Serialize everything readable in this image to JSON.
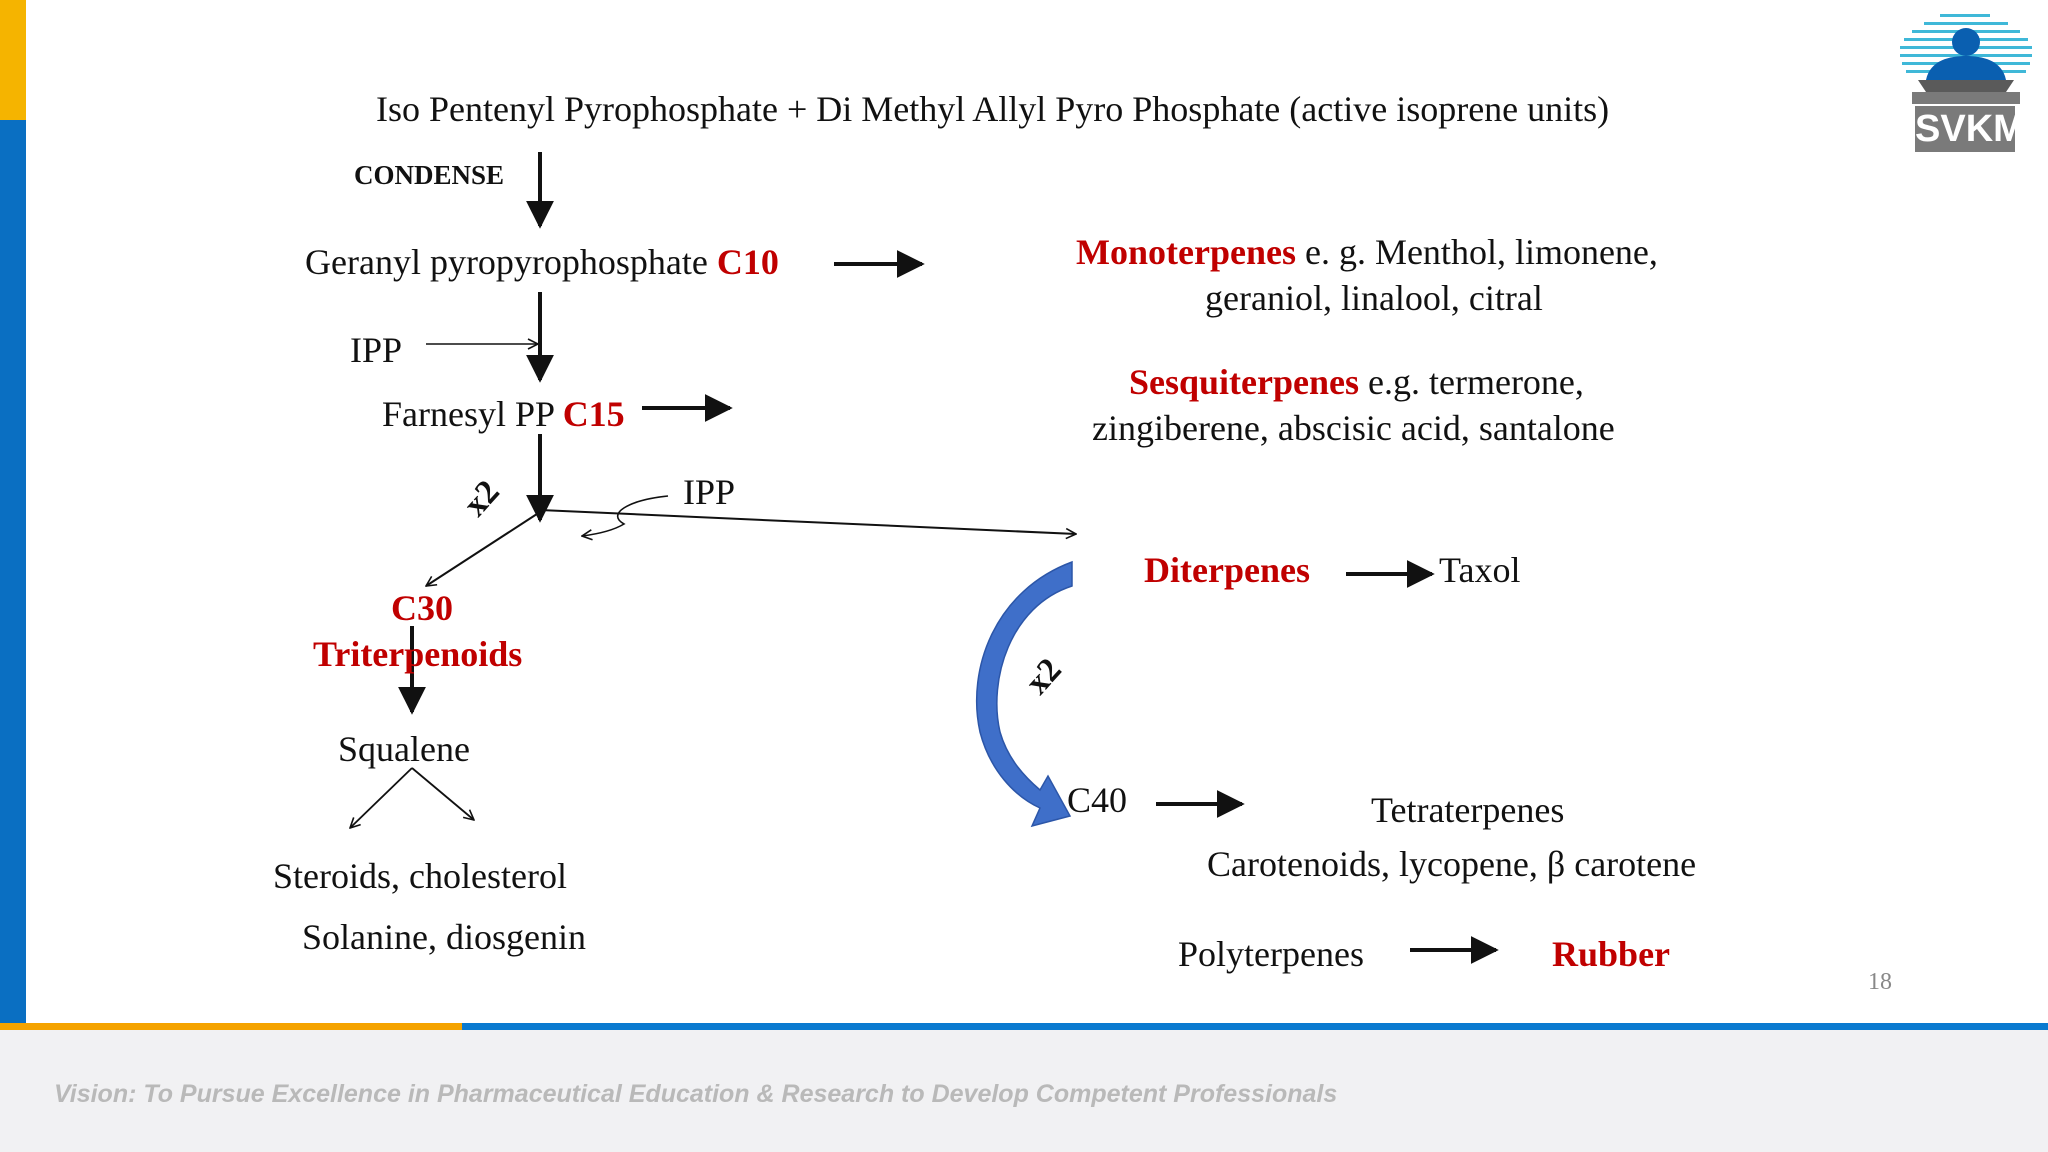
{
  "slide": {
    "header": {
      "precursors": "Iso Pentenyl Pyrophosphate  + Di Methyl Allyl Pyro Phosphate (active isoprene units)",
      "condense_label": "CONDENSE"
    },
    "left_chain": {
      "geranyl": "Geranyl pyropyrophosphate ",
      "geranyl_carbon": "C10",
      "ipp_1": "IPP",
      "farnesyl": "Farnesyl PP ",
      "farnesyl_carbon": "C15",
      "ipp_2": "IPP",
      "x2_label_1": "x2",
      "c30": "C30",
      "triterpenoids": "Triterpenoids",
      "squalene": "Squalene",
      "steroids": "Steroids, cholesterol",
      "solanine": "Solanine, diosgenin"
    },
    "right_products": {
      "mono_name": "Monoterpenes",
      "mono_rest": " e. g. Menthol, limonene,",
      "mono_line2": "geraniol, linalool, citral",
      "sesqui_name": "Sesquiterpenes",
      "sesqui_rest": " e.g. termerone,",
      "sesqui_line2": "zingiberene, abscisic acid, santalone",
      "diterpenes": "Diterpenes",
      "taxol": "Taxol",
      "x2_label_2": "x2",
      "c40": "C40",
      "tetraterpenes": "Tetraterpenes",
      "carotenoids": "Carotenoids, lycopene, β carotene",
      "polyterpenes": "Polyterpenes",
      "rubber": "Rubber"
    },
    "page_number": "18"
  },
  "logo": {
    "text": "SVKM",
    "icon": "reader-at-desk-logo-icon"
  },
  "footer": {
    "vision": "Vision: To Pursue Excellence in Pharmaceutical Education & Research to Develop Competent Professionals",
    "audio_icon": "speaker-icon"
  },
  "colors": {
    "accent_red": "#c00000",
    "brand_blue": "#0a6fc2",
    "brand_orange": "#f5a300",
    "logo_cyan": "#3fb8d8"
  }
}
